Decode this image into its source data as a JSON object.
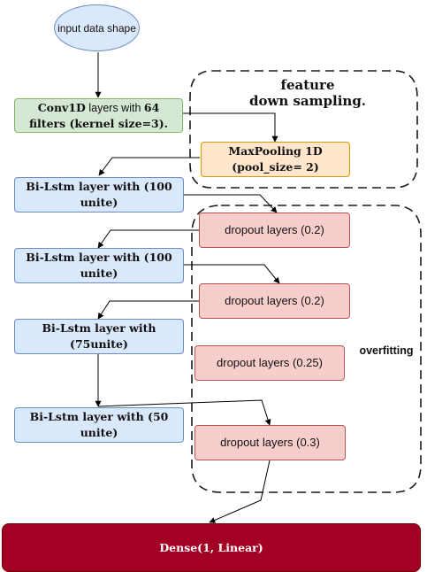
{
  "input_node": {
    "label": "input data shape"
  },
  "conv_node": {
    "prefix": "Conv1D",
    "mid": " layers with ",
    "bold_num": "64",
    "line2": "filters (kernel size=3)."
  },
  "maxpool_node": {
    "line1": "MaxPooling 1D",
    "line2": "(pool_size= 2)"
  },
  "feature_group": {
    "line1": "feature",
    "line2": "down sampling."
  },
  "overfitting_group": {
    "label": "overfitting"
  },
  "lstm_nodes": [
    {
      "line1": "Bi-Lstm layer with (100",
      "line2": "unite)"
    },
    {
      "line1": "Bi-Lstm layer with (100",
      "line2": "unite)"
    },
    {
      "line1": "Bi-Lstm layer with",
      "line2": "(75unite)"
    },
    {
      "line1": "Bi-Lstm layer with (50",
      "line2": "unite)"
    }
  ],
  "dropout_nodes": [
    {
      "label": "dropout layers (0.2)"
    },
    {
      "label": "dropout layers (0.2)"
    },
    {
      "label": "dropout layers (0.25)"
    },
    {
      "label": "dropout layers (0.3)"
    }
  ],
  "dense_node": {
    "label": "Dense(1, Linear)"
  }
}
